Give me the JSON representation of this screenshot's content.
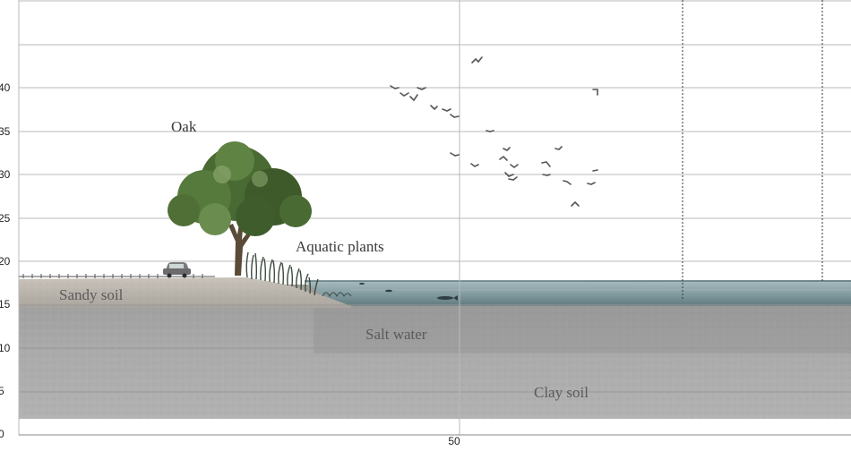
{
  "y_axis_ticks": [
    "40",
    "35",
    "30",
    "25",
    "20",
    "15",
    "10",
    "5",
    "0"
  ],
  "x_axis_ticks": [
    "50"
  ],
  "labels": {
    "oak": "Oak",
    "aquatic_plants": "Aquatic plants",
    "sandy_soil": "Sandy soil",
    "salt_water": "Salt water",
    "clay_soil": "Clay soil"
  },
  "colors": {
    "gridline": "#b9b9b9",
    "clay_soil": "#a4a4a4",
    "water_surface": "#8fa9ae",
    "water_deep": "#6f8a90",
    "sandy_soil": "#bdb6ac",
    "tree_foliage": "#3e5a2b"
  },
  "icons": [
    "tree-icon",
    "car-icon",
    "reeds-icon",
    "bird-flock-icon",
    "fish-icon",
    "fence-icon"
  ]
}
